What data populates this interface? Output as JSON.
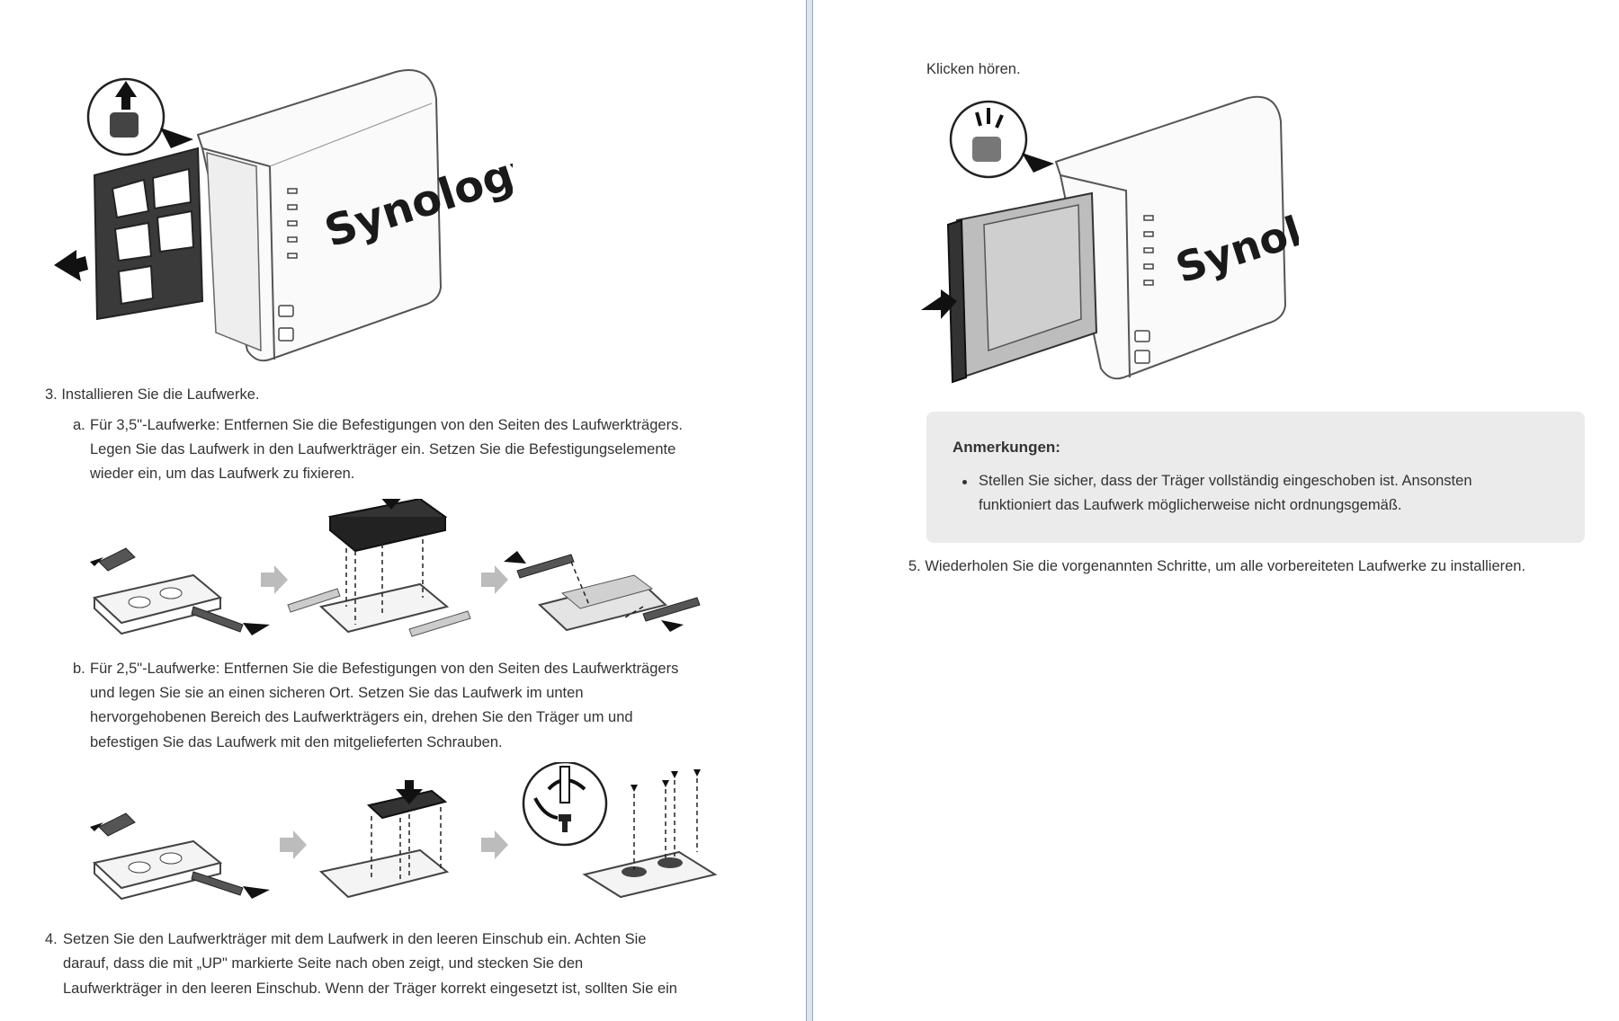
{
  "left_page": {
    "step3": "3. Installieren Sie die Laufwerke.",
    "step3a": {
      "marker": "a.",
      "lines": [
        "Für 3,5\"-Laufwerke: Entfernen Sie die Befestigungen von den Seiten des Laufwerkträgers.",
        "Legen Sie das Laufwerk in den Laufwerkträger ein. Setzen Sie die Befestigungselemente",
        "wieder ein, um das Laufwerk zu fixieren."
      ]
    },
    "step3b": {
      "marker": "b.",
      "lines": [
        "Für 2,5\"-Laufwerke: Entfernen Sie die Befestigungen von den Seiten des Laufwerkträgers",
        "und legen Sie sie an einen sicheren Ort. Setzen Sie das Laufwerk im unten",
        "hervorgehobenen Bereich des Laufwerkträgers ein, drehen Sie den Träger um und",
        "befestigen Sie das Laufwerk mit den mitgelieferten Schrauben."
      ]
    },
    "step4": {
      "marker": "4.",
      "lines": [
        "Setzen Sie den Laufwerkträger mit dem Laufwerk in den leeren Einschub ein. Achten Sie",
        "darauf, dass die mit „UP\" markierte Seite nach oben zeigt, und stecken Sie den",
        "Laufwerkträger in den leeren Einschub. Wenn der Träger korrekt eingesetzt ist, sollten Sie ein"
      ]
    },
    "brand_logo": "Synology"
  },
  "right_page": {
    "continued": "Klicken hören.",
    "brand_logo": "Synology",
    "note": {
      "title": "Anmerkungen:",
      "lines": [
        "Stellen Sie sicher, dass der Träger vollständig eingeschoben ist. Ansonsten",
        "funktioniert das Laufwerk möglicherweise nicht ordnungsgemäß."
      ]
    },
    "step5": "5. Wiederholen Sie die vorgenannten Schritte, um alle vorbereiteten Laufwerke zu installieren."
  }
}
